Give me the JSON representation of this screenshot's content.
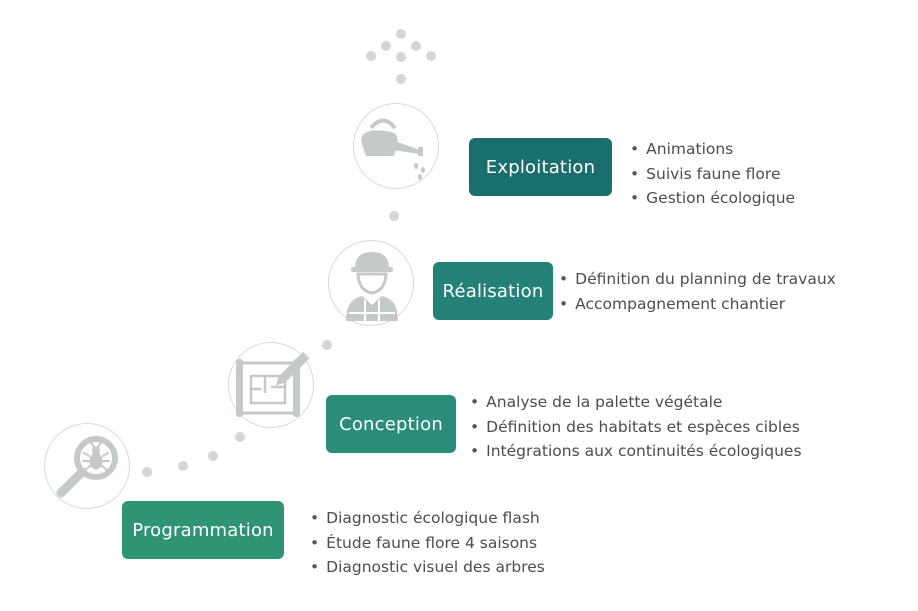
{
  "colors": {
    "programmation": "#2f9473",
    "conception": "#2a8d7a",
    "realisation": "#238177",
    "exploitation": "#1b6e6e",
    "icon": "#c5c9c8",
    "dots": "#d3d6d5"
  },
  "steps": [
    {
      "label": "Programmation",
      "icon": "magnifier-bug-icon",
      "items": [
        "Diagnostic écologique flash",
        "Étude faune flore 4 saisons",
        "Diagnostic visuel des arbres"
      ]
    },
    {
      "label": "Conception",
      "icon": "blueprint-pencil-icon",
      "items": [
        "Analyse de la palette végétale",
        "Définition des habitats et espèces cibles",
        "Intégrations aux continuités écologiques"
      ]
    },
    {
      "label": "Réalisation",
      "icon": "construction-worker-icon",
      "items": [
        "Définition du planning de travaux",
        "Accompagnement chantier"
      ]
    },
    {
      "label": "Exploitation",
      "icon": "watering-can-icon",
      "items": [
        "Animations",
        "Suivis faune flore",
        "Gestion écologique"
      ]
    }
  ]
}
